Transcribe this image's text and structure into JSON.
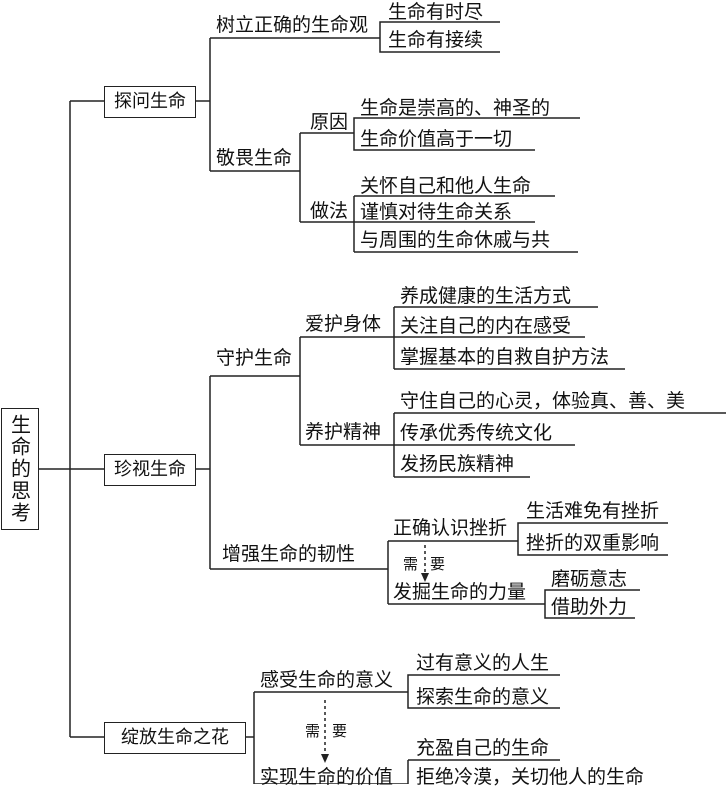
{
  "root": "生命的思考",
  "branches": {
    "b1": {
      "label": "探问生命",
      "c1": {
        "label": "树立正确的生命观",
        "items": [
          "生命有时尽",
          "生命有接续"
        ]
      },
      "c2": {
        "label": "敬畏生命",
        "reason": {
          "label": "原因",
          "items": [
            "生命是崇高的、神圣的",
            "生命价值高于一切"
          ]
        },
        "method": {
          "label": "做法",
          "items": [
            "关怀自己和他人生命",
            "谨慎对待生命关系",
            "与周围的生命休戚与共"
          ]
        }
      }
    },
    "b2": {
      "label": "珍视生命",
      "c1": {
        "label": "守护生命",
        "body": {
          "label": "爱护身体",
          "items": [
            "养成健康的生活方式",
            "关注自己的内在感受",
            "掌握基本的自救自护方法"
          ]
        },
        "spirit": {
          "label": "养护精神",
          "items": [
            "守住自己的心灵，体验真、善、美",
            "传承优秀传统文化",
            "发扬民族精神"
          ]
        }
      },
      "c2": {
        "label": "增强生命的韧性",
        "k1": {
          "label": "正确认识挫折",
          "items": [
            "生活难免有挫折",
            "挫折的双重影响"
          ]
        },
        "need": "需要",
        "k2": {
          "label": "发掘生命的力量",
          "items": [
            "磨砺意志",
            "借助外力"
          ]
        }
      }
    },
    "b3": {
      "label": "绽放生命之花",
      "c1": {
        "label": "感受生命的意义",
        "items": [
          "过有意义的人生",
          "探索生命的意义"
        ]
      },
      "need": "需要",
      "c2": {
        "label": "实现生命的价值",
        "items": [
          "充盈自己的生命",
          "拒绝冷漠，关切他人的生命"
        ]
      }
    }
  }
}
